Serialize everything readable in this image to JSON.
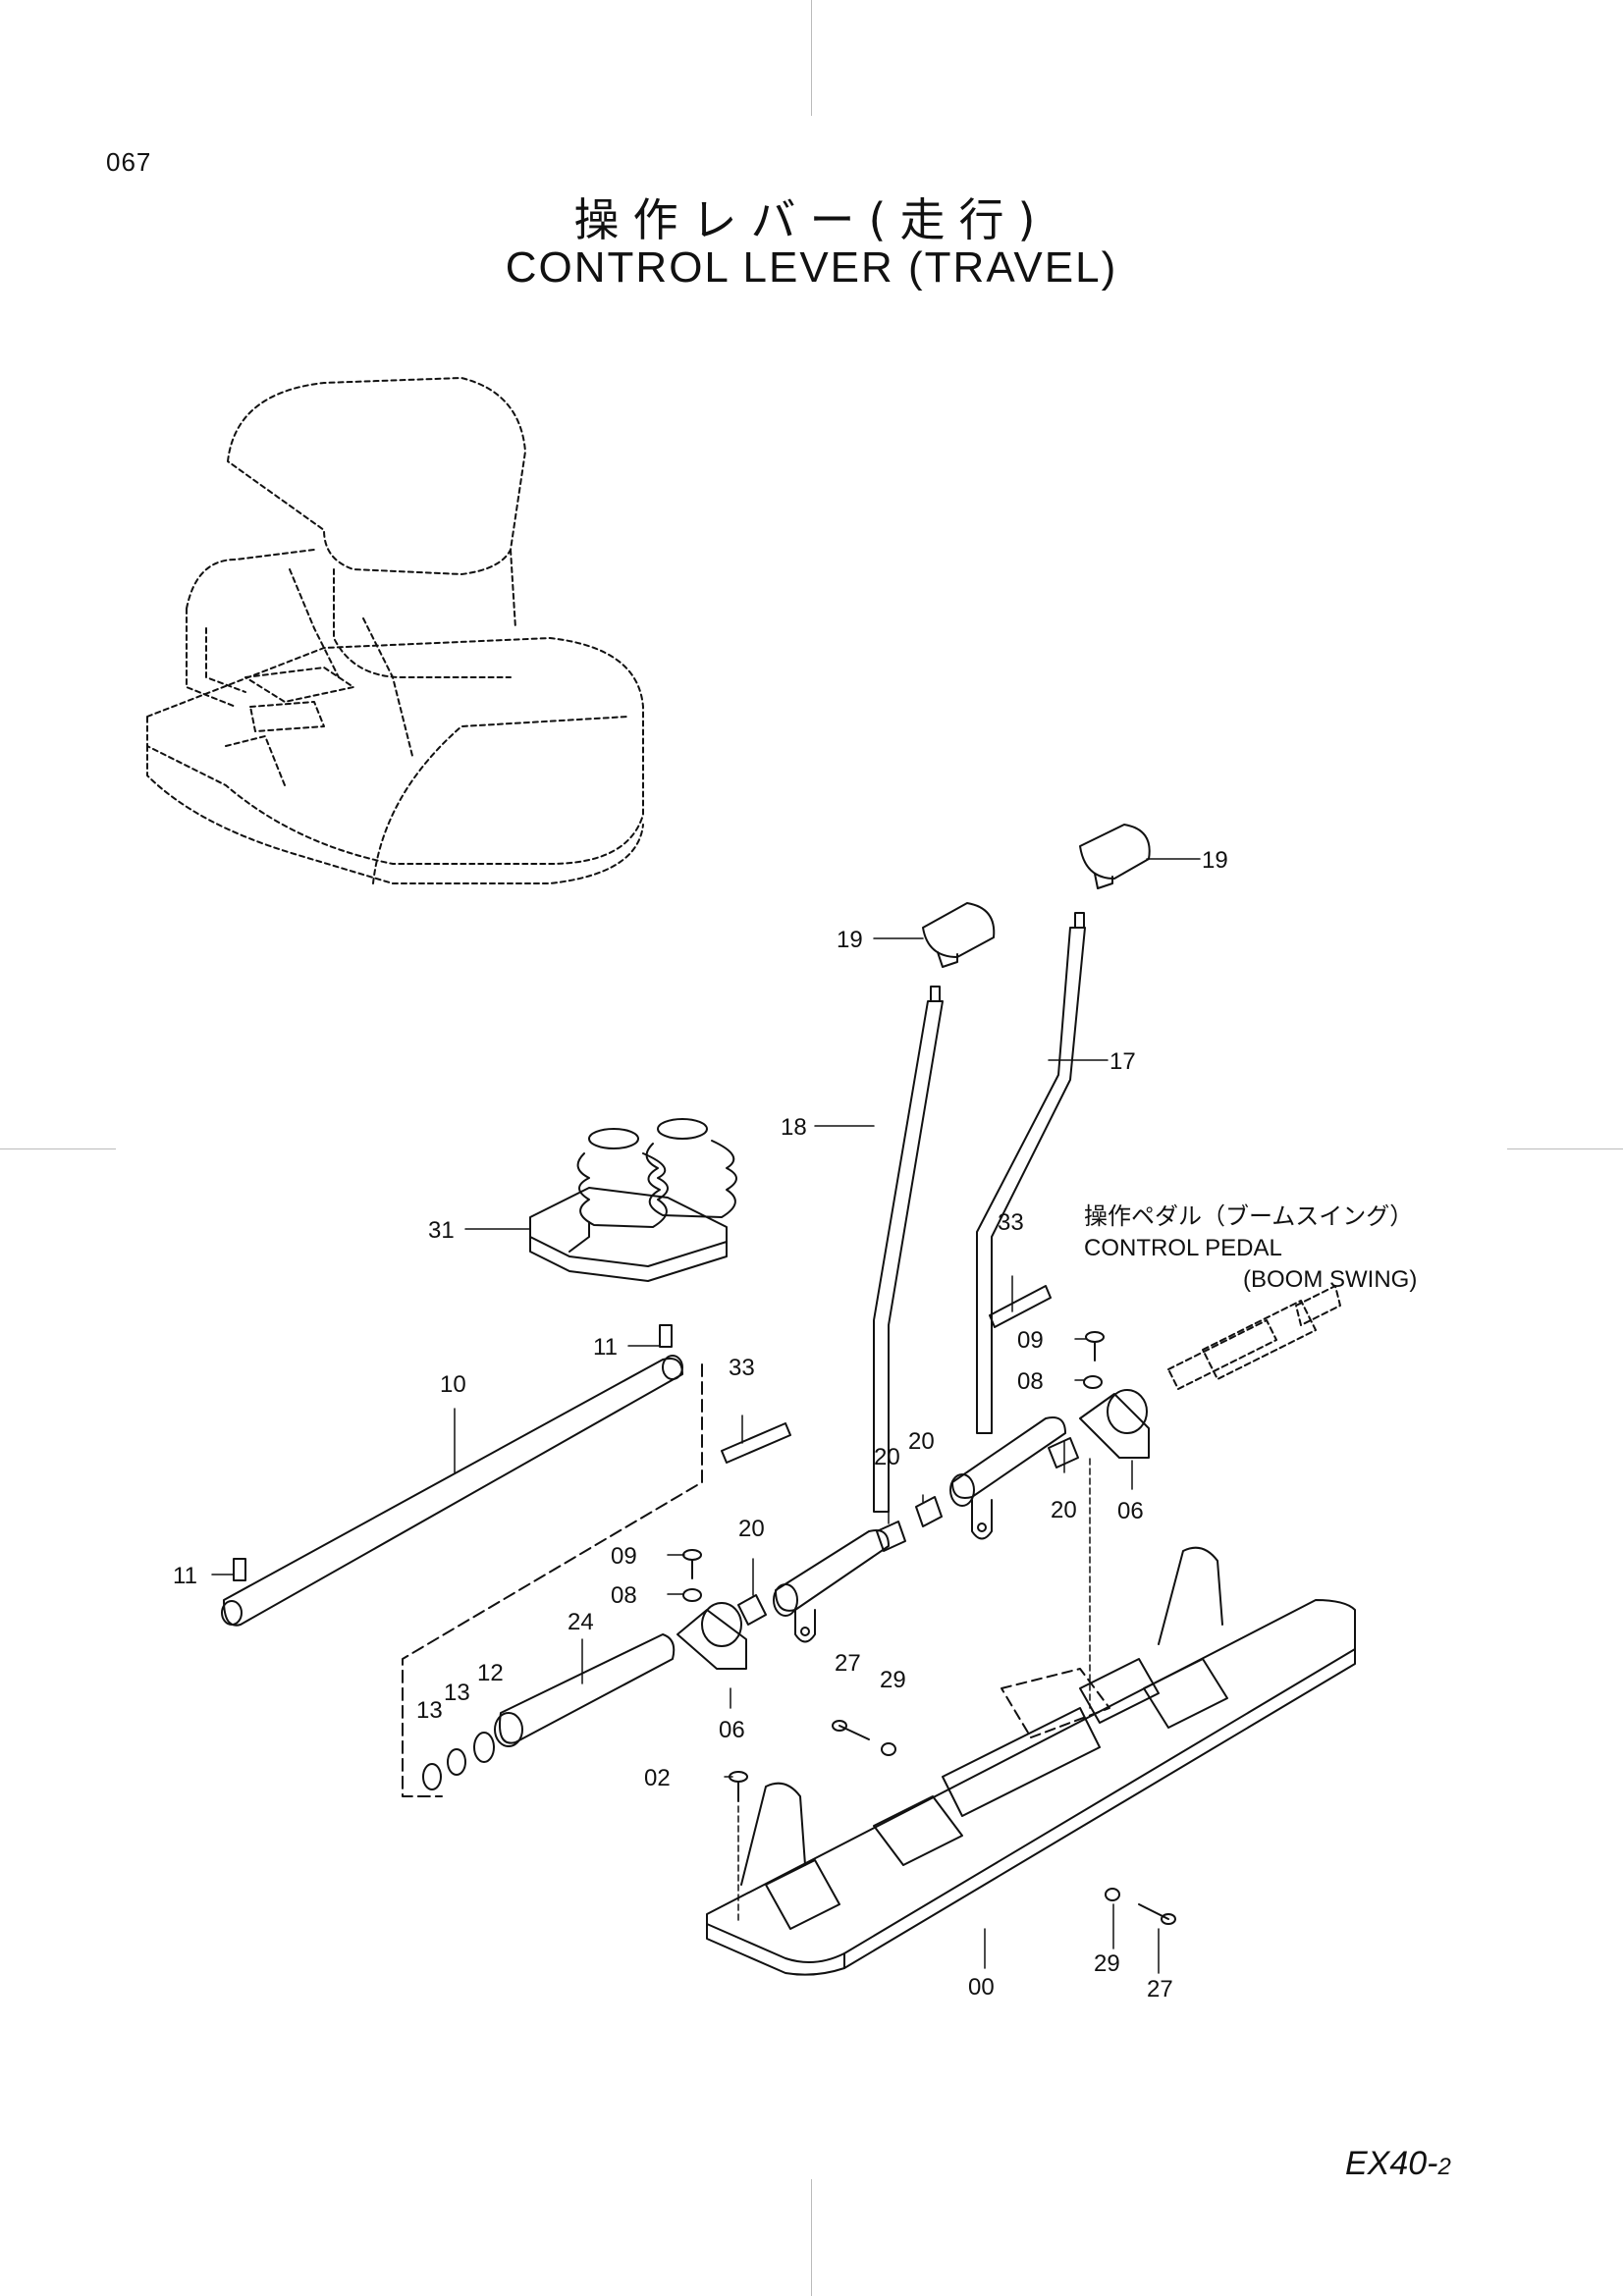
{
  "page_number": "067",
  "title_jp": "操作レバー(走行)",
  "title_en": "CONTROL LEVER (TRAVEL)",
  "model": "EX40-",
  "model_sub": "2",
  "reference_note": {
    "jp": "操作ペダル（ブームスイング）",
    "en_line1": "CONTROL  PEDAL",
    "en_line2": "(BOOM  SWING)"
  },
  "callouts": {
    "c19a": "19",
    "c19b": "19",
    "c17": "17",
    "c18": "18",
    "c31": "31",
    "c33a": "33",
    "c33b": "33",
    "c11a": "11",
    "c11b": "11",
    "c10": "10",
    "c09a": "09",
    "c09b": "09",
    "c08a": "08",
    "c08b": "08",
    "c20a": "20",
    "c20b": "20",
    "c20c": "20",
    "c20d": "20",
    "c06a": "06",
    "c06b": "06",
    "c24": "24",
    "c12": "12",
    "c13a": "13",
    "c13b": "13",
    "c27a": "27",
    "c27b": "27",
    "c29a": "29",
    "c29b": "29",
    "c02": "02",
    "c00": "00"
  }
}
